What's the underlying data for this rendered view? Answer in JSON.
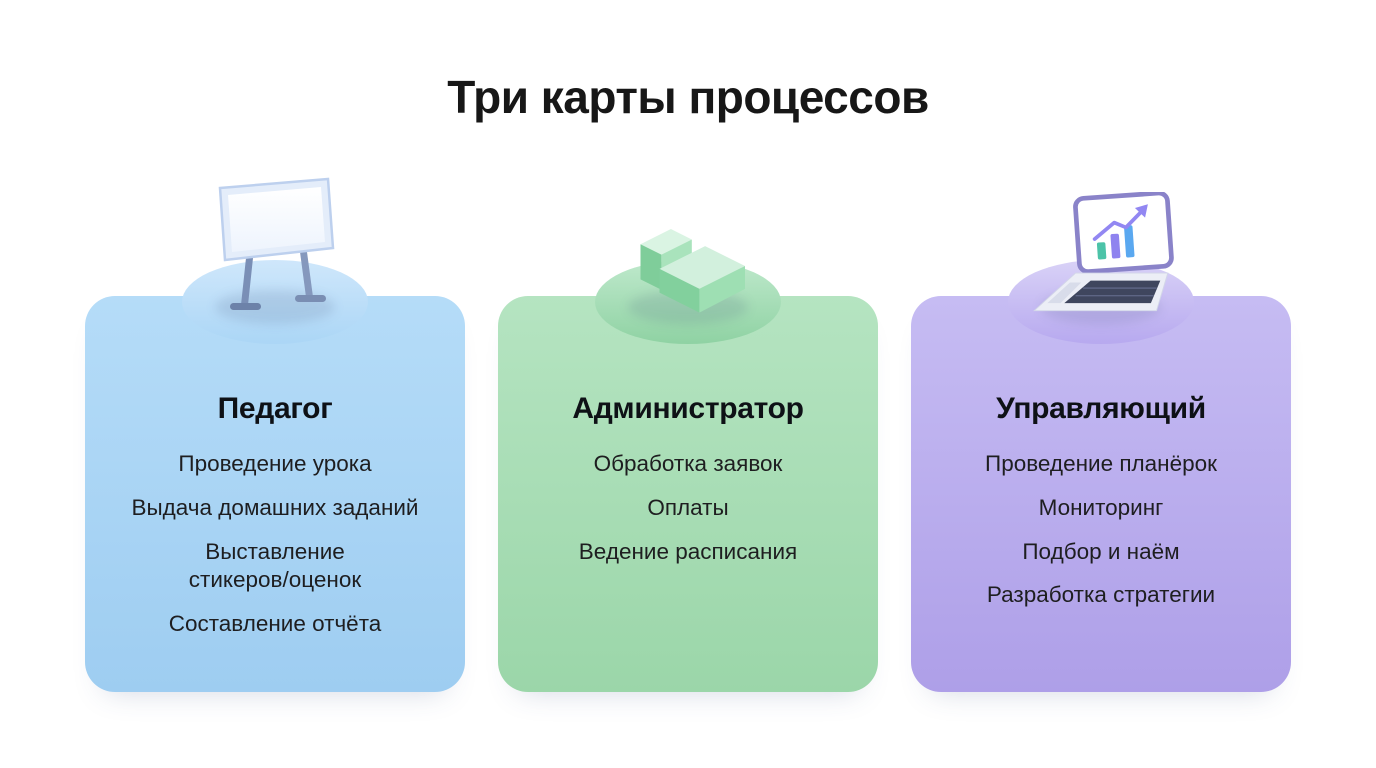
{
  "page": {
    "title": "Три карты процессов",
    "background": "#ffffff"
  },
  "cards": [
    {
      "title": "Педагог",
      "icon": "whiteboard-icon",
      "colors": {
        "card_top": "#b5dcf8",
        "card_bottom": "#9ecdf1",
        "platform_top": "#cfe7fb",
        "platform_bottom": "#abd6f6"
      },
      "items": [
        "Проведение урока",
        "Выдача домашних заданий",
        "Выставление\nстикеров/оценок",
        "Составление отчёта"
      ]
    },
    {
      "title": "Администратор",
      "icon": "reception-desk-icon",
      "colors": {
        "card_top": "#b5e4c1",
        "card_bottom": "#9bd6a9",
        "platform_top": "#bfe9cc",
        "platform_bottom": "#8fd2a3"
      },
      "items": [
        "Обработка заявок",
        "Оплаты",
        "Ведение расписания"
      ]
    },
    {
      "title": "Управляющий",
      "icon": "laptop-chart-icon",
      "colors": {
        "card_top": "#c6bcf3",
        "card_bottom": "#ae9fe8",
        "platform_top": "#d9d2f7",
        "platform_bottom": "#b7a9ef"
      },
      "items": [
        "Проведение планёрок",
        "Мониторинг",
        "Подбор и наём",
        "Разработка стратегии"
      ]
    }
  ]
}
